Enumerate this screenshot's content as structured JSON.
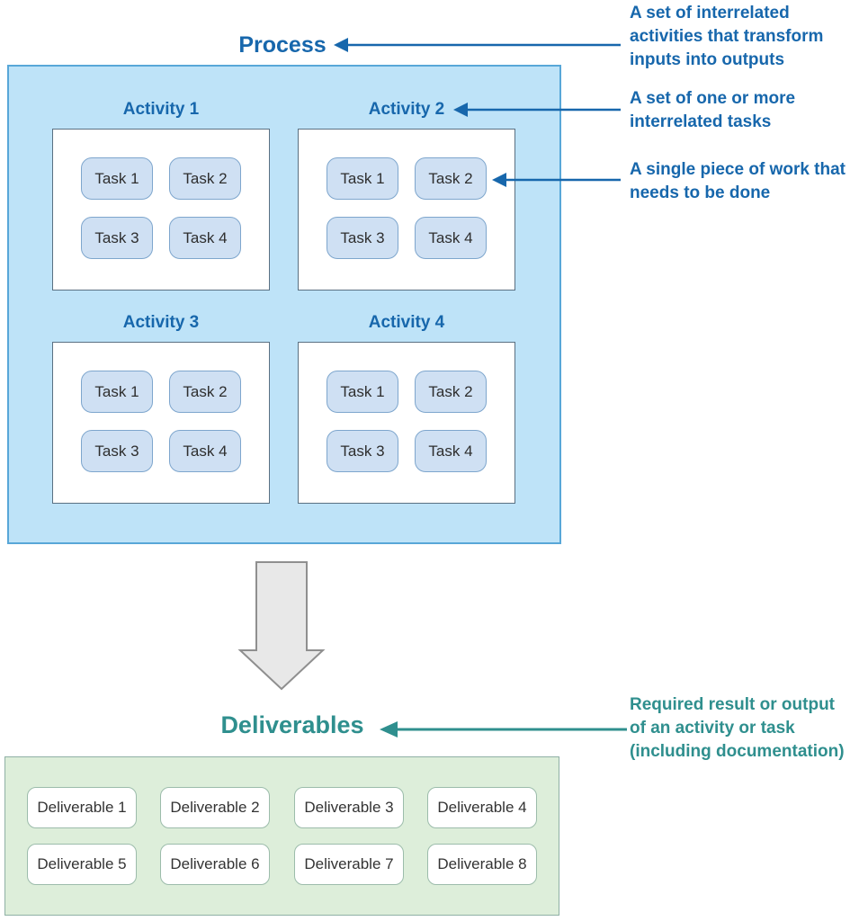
{
  "colors": {
    "blue": "#1767ac",
    "teal": "#2f8f8e",
    "process_box_fill": "#bee3f8",
    "process_box_border": "#58a7d8",
    "activity_box_border": "#5a7082",
    "task_fill": "#cfe0f3",
    "task_border": "#7ea6cd",
    "deliverables_box_fill": "#ddeeda",
    "deliverables_box_border": "#8fb0a5",
    "deliverable_item_border": "#9cbcab",
    "gray_arrow_fill": "#e8e8e8",
    "gray_arrow_border": "#8f8f8f"
  },
  "process": {
    "title": "Process",
    "activities": [
      {
        "label": "Activity 1",
        "tasks": [
          "Task 1",
          "Task 2",
          "Task 3",
          "Task 4"
        ]
      },
      {
        "label": "Activity 2",
        "tasks": [
          "Task 1",
          "Task 2",
          "Task 3",
          "Task 4"
        ]
      },
      {
        "label": "Activity 3",
        "tasks": [
          "Task 1",
          "Task 2",
          "Task 3",
          "Task 4"
        ]
      },
      {
        "label": "Activity 4",
        "tasks": [
          "Task 1",
          "Task 2",
          "Task 3",
          "Task 4"
        ]
      }
    ]
  },
  "deliverables": {
    "title": "Deliverables",
    "items": [
      "Deliverable 1",
      "Deliverable 2",
      "Deliverable 3",
      "Deliverable 4",
      "Deliverable 5",
      "Deliverable 6",
      "Deliverable 7",
      "Deliverable 8"
    ]
  },
  "annotations": {
    "process": "A set of interrelated\nactivities that transform\ninputs into outputs",
    "activity": "A set of one or more\ninterrelated tasks",
    "task": "A single piece of work that\nneeds to be done",
    "deliverable": "Required result or output\nof an activity or task\n(including documentation)"
  }
}
